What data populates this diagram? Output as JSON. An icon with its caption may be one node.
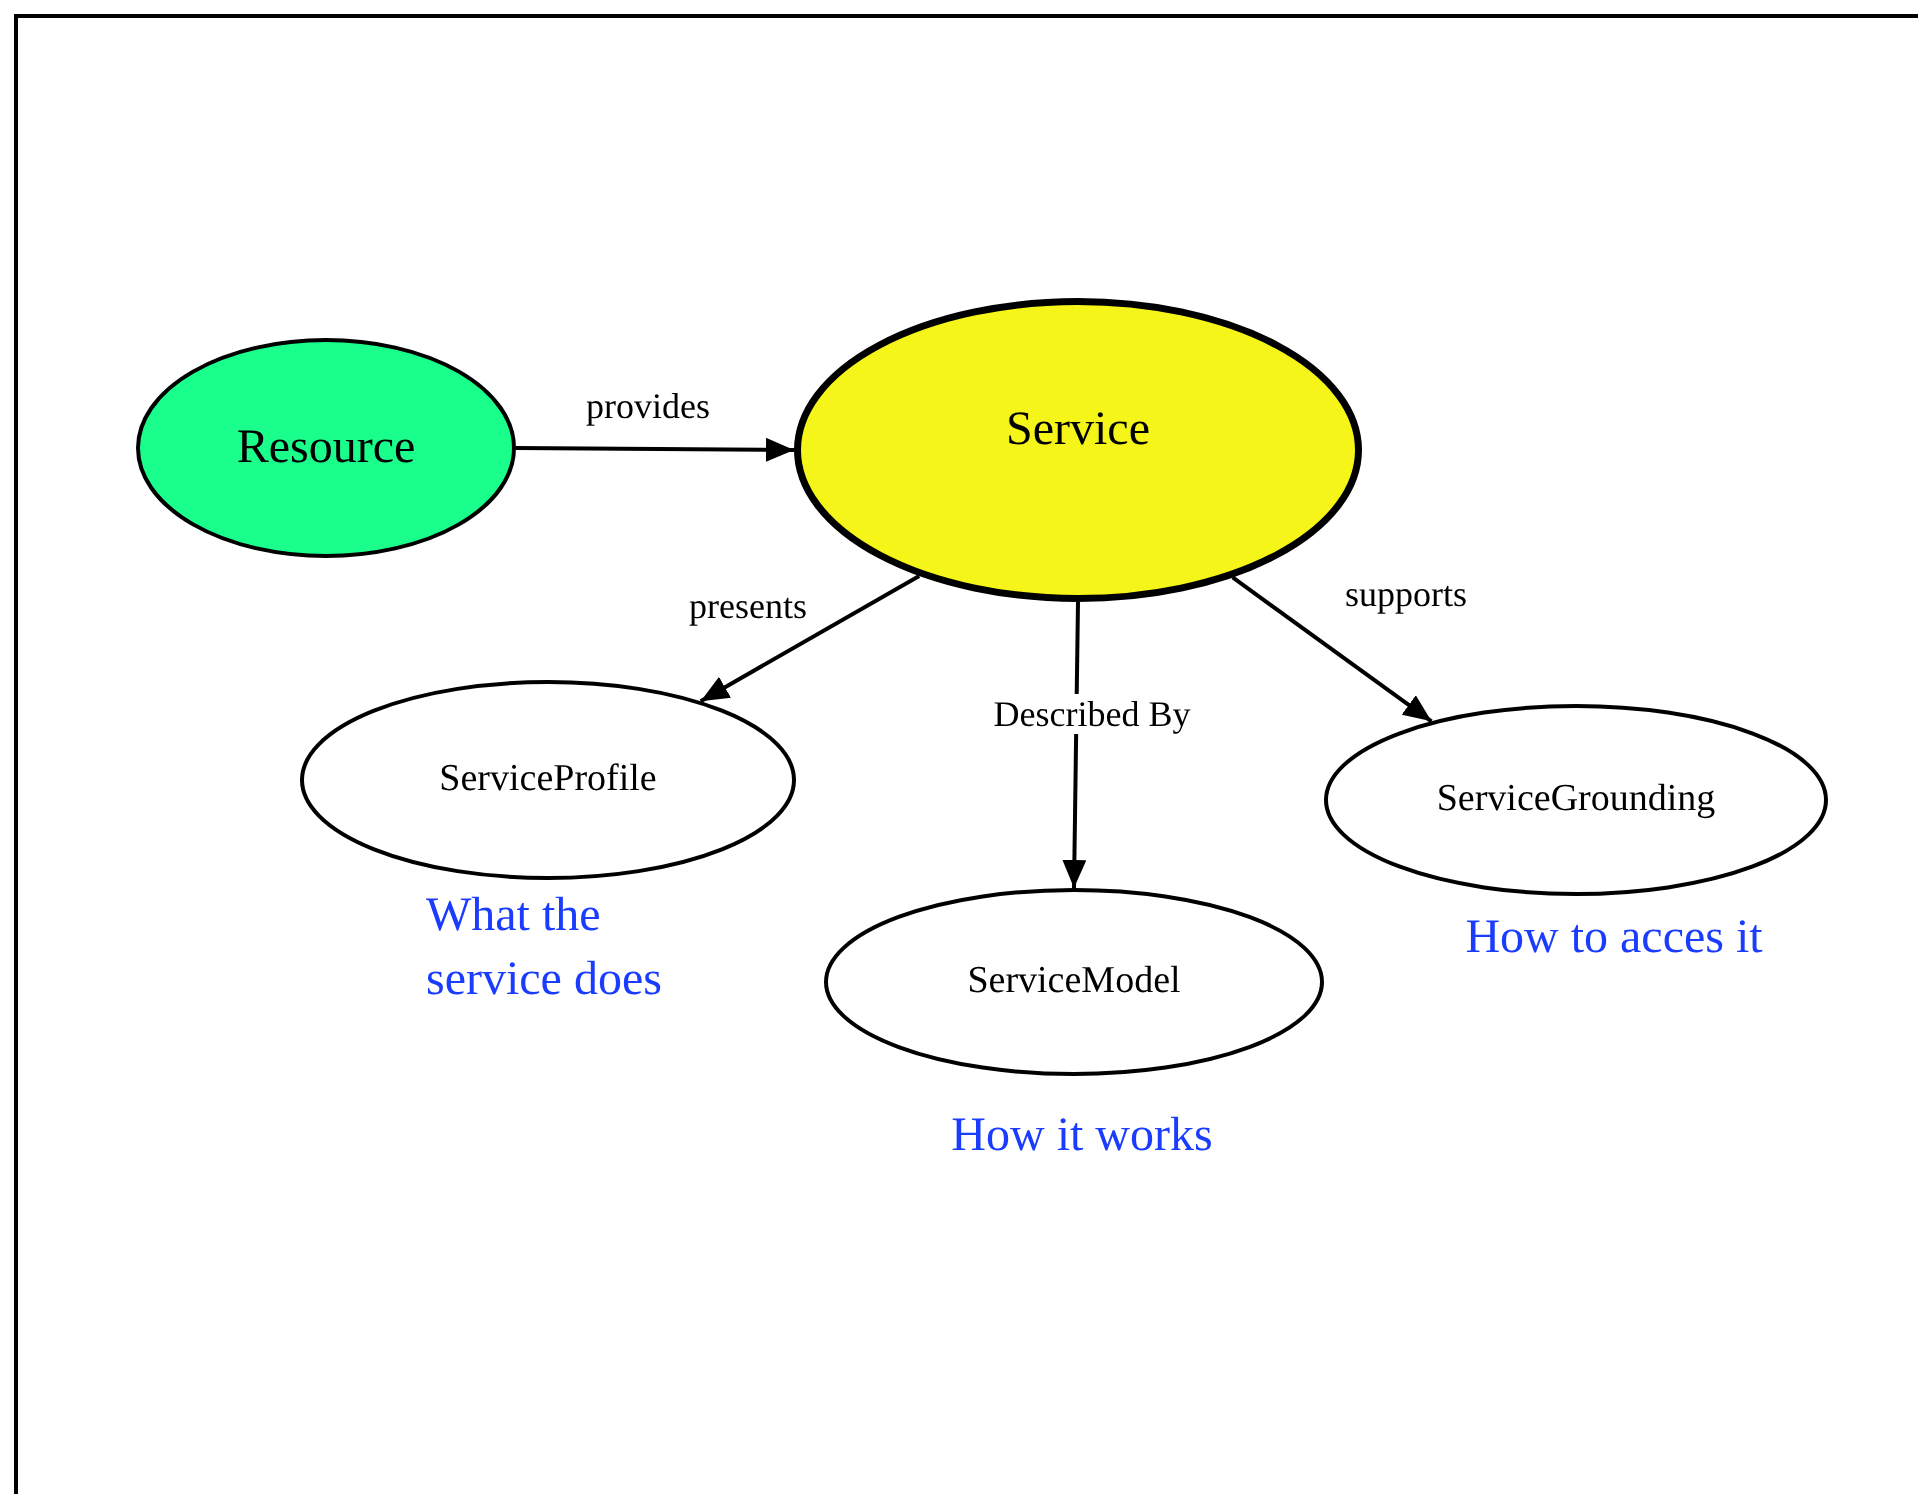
{
  "diagram": {
    "nodes": [
      {
        "text": [
          "Resource"
        ]
      },
      {
        "text": [
          "Service"
        ]
      },
      {
        "text": [
          "ServiceProfile"
        ],
        "beside": [
          "What the service does"
        ]
      },
      {
        "text": [
          "ServiceModel"
        ],
        "beside": [
          "How it works"
        ]
      },
      {
        "text": [
          "ServiceGrounding"
        ],
        "beside": [
          "How to acces it"
        ]
      }
    ],
    "edges": [
      {
        "from": 0,
        "to": 1,
        "arrow": "to",
        "label": "provides"
      },
      {
        "from": 1,
        "to": 2,
        "arrow": "to",
        "label": "presents"
      },
      {
        "from": 1,
        "to": 3,
        "arrow": "to",
        "label": "Described By"
      },
      {
        "from": 1,
        "to": 4,
        "arrow": "to",
        "label": "supports"
      }
    ]
  }
}
